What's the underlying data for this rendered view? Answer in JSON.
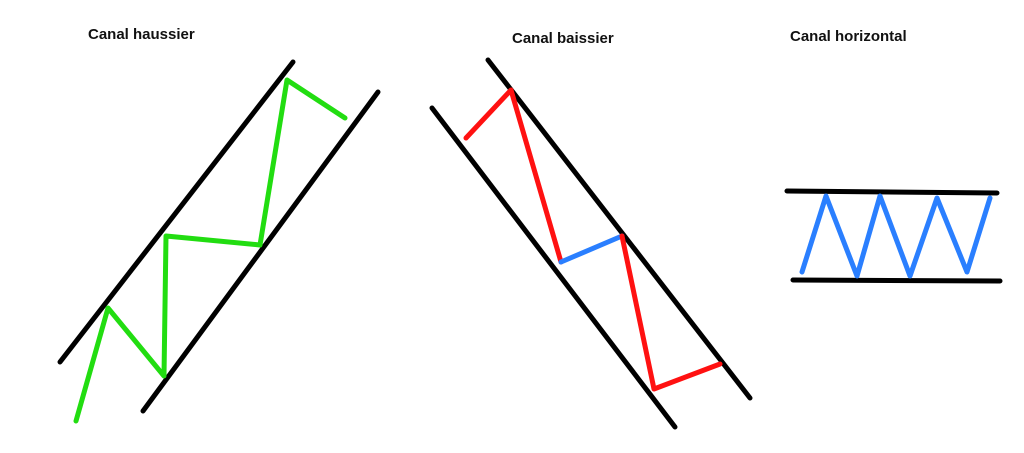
{
  "titles": {
    "uptrend": "Canal haussier",
    "downtrend": "Canal baissier",
    "horizontal": "Canal horizontal"
  },
  "colors": {
    "channel": "#000000",
    "uptrend_price": "#22dd11",
    "downtrend_price": "#ff1111",
    "retracement": "#2a7fff",
    "horizontal_price": "#2a7fff"
  }
}
